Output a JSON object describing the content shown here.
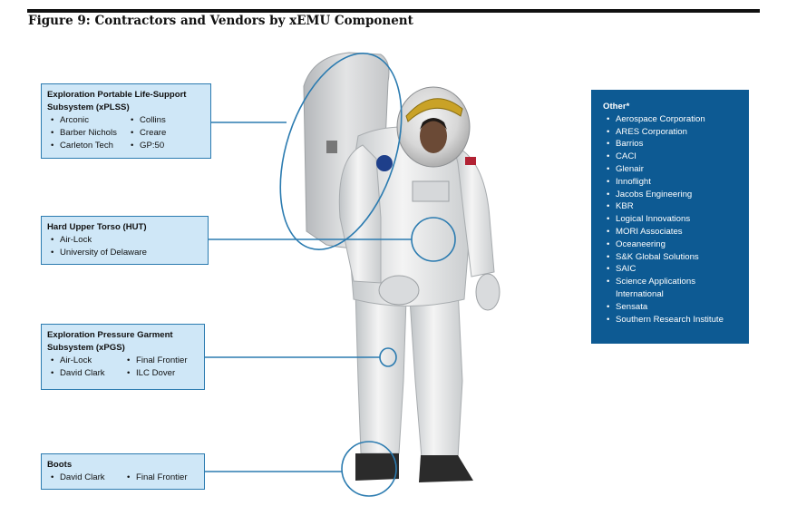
{
  "figure_title": "Figure 9:  Contractors and Vendors by xEMU Component",
  "callouts": {
    "xplss": {
      "title": "Exploration Portable Life-Support Subsystem (xPLSS)",
      "col1": [
        "Arconic",
        "Barber Nichols",
        "Carleton Tech"
      ],
      "col2": [
        "Collins",
        "Creare",
        "GP:50"
      ]
    },
    "hut": {
      "title": "Hard Upper Torso (HUT)",
      "col1": [
        "Air-Lock",
        "University of Delaware"
      ]
    },
    "xpgs": {
      "title": "Exploration Pressure Garment Subsystem (xPGS)",
      "col1": [
        "Air-Lock",
        "David Clark"
      ],
      "col2": [
        "Final Frontier",
        "ILC Dover"
      ]
    },
    "boots": {
      "title": "Boots",
      "col1": [
        "David Clark"
      ],
      "col2": [
        "Final Frontier"
      ]
    }
  },
  "other": {
    "title": "Other*",
    "items": [
      "Aerospace Corporation",
      "ARES Corporation",
      "Barrios",
      "CACI",
      "Glenair",
      "Innoflight",
      "Jacobs Engineering",
      "KBR",
      "Logical Innovations",
      "MORI Associates",
      "Oceaneering",
      "S&K Global Solutions",
      "SAIC",
      "Science Applications International",
      "Sensata",
      "Southern Research Institute"
    ]
  },
  "colors": {
    "callout_fill": "#cfe7f7",
    "callout_border": "#2b7bb0",
    "other_fill": "#0d5a93",
    "leader_line": "#2b7bb0"
  }
}
